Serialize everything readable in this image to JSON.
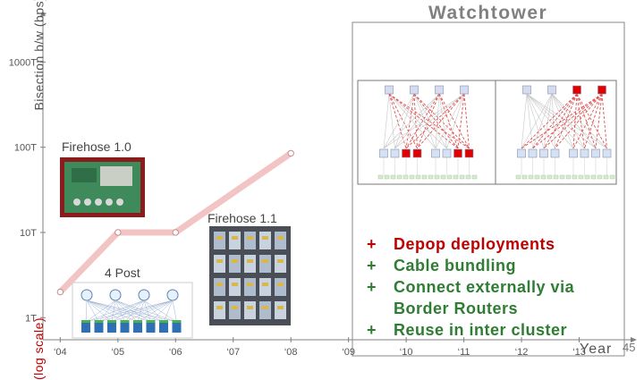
{
  "chart_data": {
    "type": "line",
    "title": "Watchtower",
    "ylabel_top": "Bisection b/w (bps)",
    "ylabel_bottom": "(log scale)",
    "xlabel": "Year",
    "y_scale": "log",
    "y_ticks": [
      {
        "value": 1,
        "label": "1T"
      },
      {
        "value": 10,
        "label": "10T"
      },
      {
        "value": 100,
        "label": "100T"
      },
      {
        "value": 1000,
        "label": "1000T"
      }
    ],
    "x_ticks": [
      {
        "value": 2004,
        "label": "‘04"
      },
      {
        "value": 2005,
        "label": "‘05"
      },
      {
        "value": 2006,
        "label": "‘06"
      },
      {
        "value": 2007,
        "label": "‘07"
      },
      {
        "value": 2008,
        "label": "‘08"
      },
      {
        "value": 2009,
        "label": "‘09"
      },
      {
        "value": 2010,
        "label": "‘10"
      },
      {
        "value": 2011,
        "label": "‘11"
      },
      {
        "value": 2012,
        "label": "‘12"
      },
      {
        "value": 2013,
        "label": "‘13"
      }
    ],
    "xlim": [
      2003.7,
      2014
    ],
    "ylim": [
      0.55,
      4000
    ],
    "series": [
      {
        "x": [
          2004,
          2005,
          2006,
          2008
        ],
        "y": [
          2,
          10,
          10,
          85
        ]
      }
    ],
    "annotations": [
      {
        "label": "Firehose 1.0"
      },
      {
        "label": "Firehose 1.1"
      },
      {
        "label": "4 Post"
      }
    ],
    "colors": {
      "line": "#f2c4c4",
      "marker_stroke": "#c88c8c",
      "axis": "#808080",
      "highlight": "#cc0000",
      "positive": "#2e7d32"
    }
  },
  "slide_number": "45",
  "bullets": [
    {
      "mark": "+",
      "text": "Depop deployments",
      "tone": "red"
    },
    {
      "mark": "+",
      "text": "Cable bundling",
      "tone": "green"
    },
    {
      "mark": "+",
      "text": "Connect externally via",
      "tone": "green"
    },
    {
      "mark": "",
      "text": "Border Routers",
      "tone": "green"
    },
    {
      "mark": "+",
      "text": "Reuse in inter cluster",
      "tone": "green"
    }
  ]
}
